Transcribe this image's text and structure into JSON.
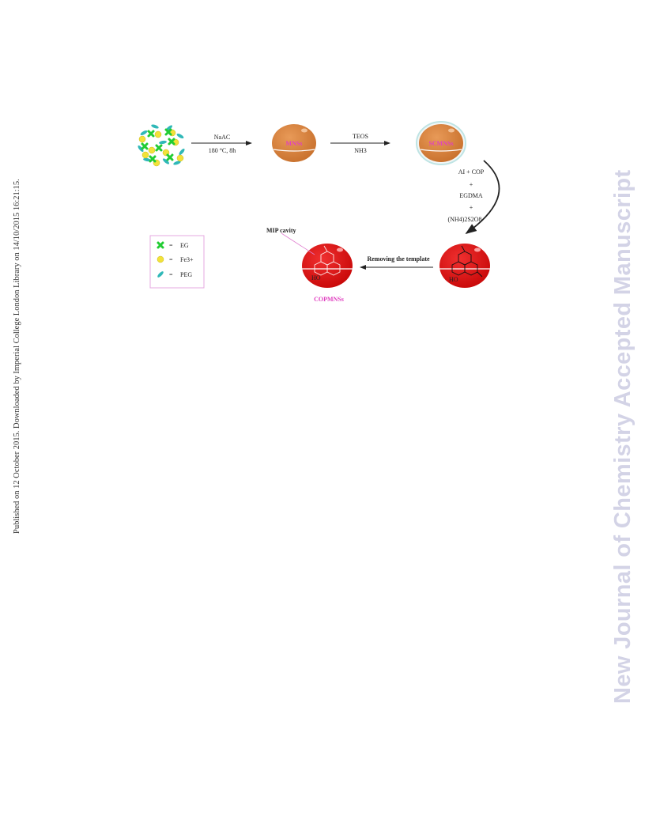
{
  "side_note": "Published on 12 October 2015. Downloaded by Imperial College London Library on 14/10/2015 16:21:15.",
  "watermark": "New Journal of Chemistry Accepted Manuscript",
  "colors": {
    "mns": "#d9823c",
    "cop": "#e01010",
    "label_pink": "#e040c0",
    "eg_green": "#22cc33",
    "fe_yellow": "#f2e23a",
    "peg_teal": "#30b8b8"
  },
  "scheme": {
    "step1": {
      "top": "NaAC",
      "bottom": "180 °C, 8h"
    },
    "mns_label": "MNSs",
    "step2": {
      "top": "TEOS",
      "bottom": "NH3"
    },
    "scmnss_label": "SCMNSs",
    "step3": {
      "line1": "AI + COP",
      "sep1": "+",
      "line2": "EGDMA",
      "sep2": "+",
      "line3": "(NH4)2S2O8"
    },
    "step4": "Removing the template",
    "mip_label": "MIP cavity",
    "ho_label": "HO",
    "copmnss_label": "COPMNSs"
  },
  "legend": [
    {
      "icon": "cross-icon",
      "eq": "=",
      "label": "EG"
    },
    {
      "icon": "dot-icon",
      "eq": "=",
      "label": "Fe3+"
    },
    {
      "icon": "leaf-icon",
      "eq": "=",
      "label": "PEG"
    }
  ]
}
